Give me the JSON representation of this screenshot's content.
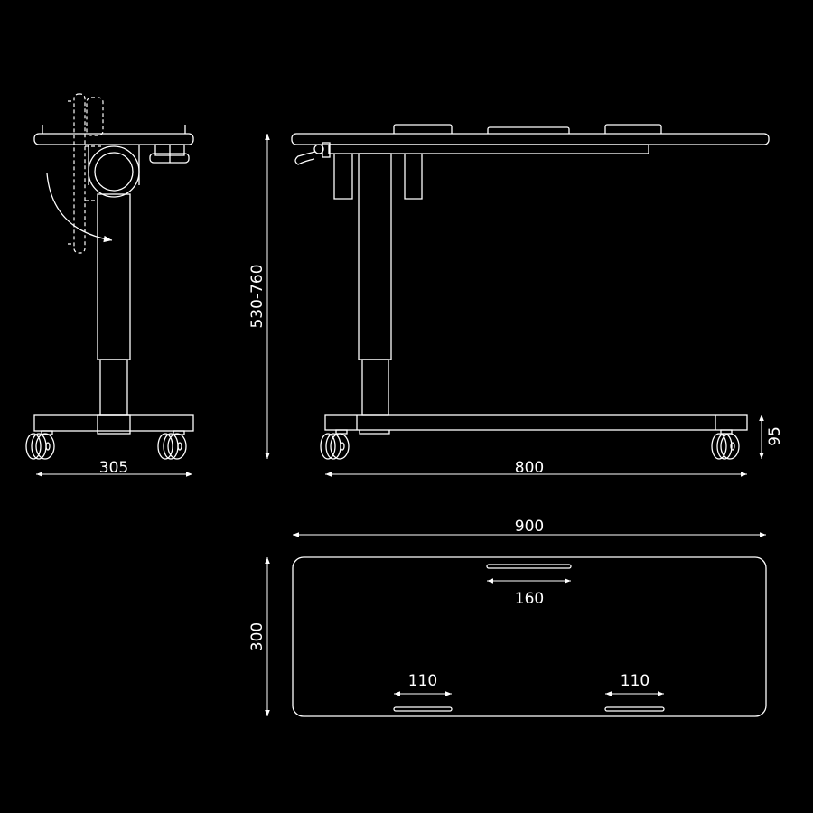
{
  "drawing": {
    "colors": {
      "background": "#000000",
      "line": "#ffffff"
    },
    "side_view": {
      "width_label": "305"
    },
    "front_view": {
      "height_label": "530-760",
      "length_label": "800",
      "base_height_label": "95"
    },
    "top_view": {
      "length_label": "900",
      "depth_label": "300",
      "center_slot_label": "160",
      "left_slot_label": "110",
      "right_slot_label": "110"
    }
  }
}
